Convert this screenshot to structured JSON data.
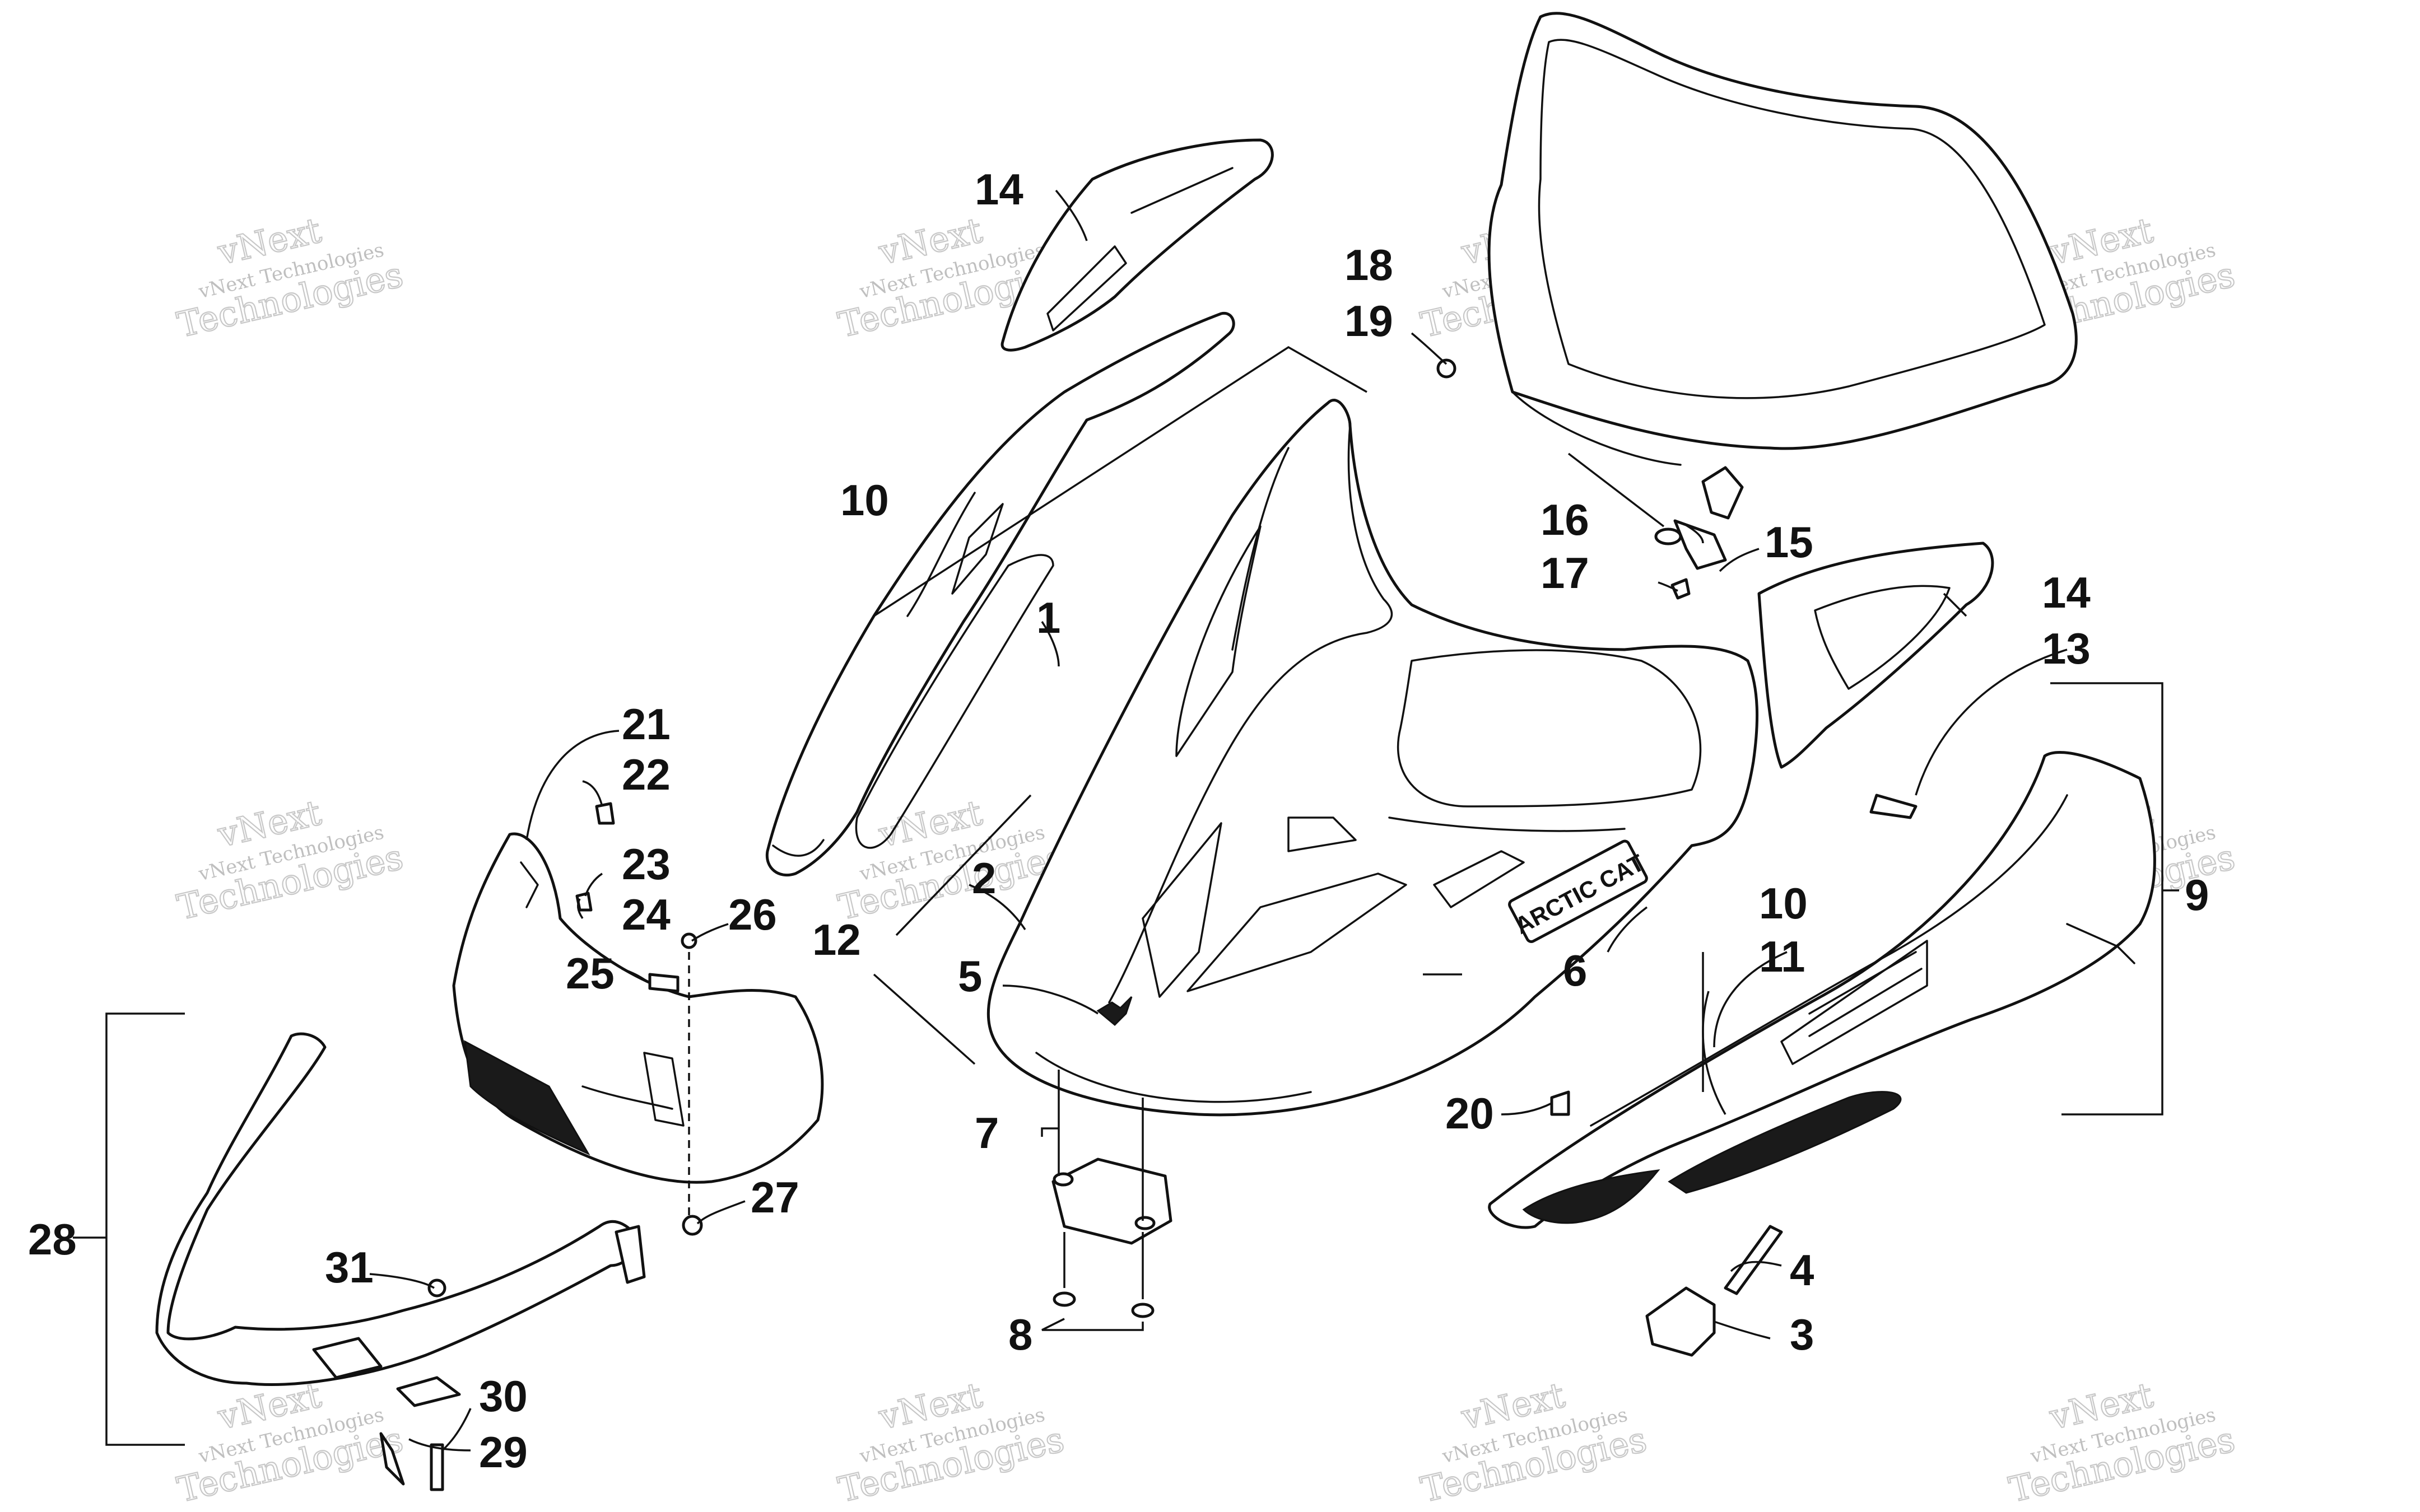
{
  "watermark": {
    "line1": "vNext",
    "line2": "vNext Technologies",
    "line3": "Technologies"
  },
  "brand_decal": "ARCTIC CAT",
  "callouts": {
    "c1": "1",
    "c2": "2",
    "c3": "3",
    "c4": "4",
    "c5": "5",
    "c6": "6",
    "c7": "7",
    "c8": "8",
    "c9": "9",
    "c10a": "10",
    "c10b": "10",
    "c11": "11",
    "c12": "12",
    "c13": "13",
    "c14a": "14",
    "c14b": "14",
    "c15": "15",
    "c16": "16",
    "c17": "17",
    "c18": "18",
    "c19": "19",
    "c20": "20",
    "c21": "21",
    "c22": "22",
    "c23": "23",
    "c24": "24",
    "c25": "25",
    "c26": "26",
    "c27": "27",
    "c28": "28",
    "c29": "29",
    "c30": "30",
    "c31": "31"
  }
}
